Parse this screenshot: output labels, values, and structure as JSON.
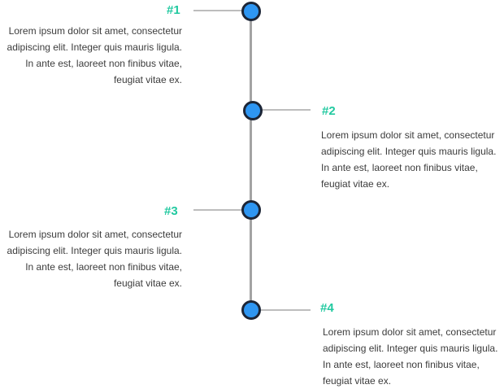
{
  "timeline": {
    "colors": {
      "accent_label": "#22c9a0",
      "node_fill": "#2e96f2",
      "node_border": "#1c2536",
      "spine": "#a3a3a3"
    },
    "items": [
      {
        "label": "#1",
        "text": "Lorem ipsum dolor sit amet, consectetur adipiscing elit. Integer quis mauris ligula. In ante est, laoreet non finibus vitae, feugiat vitae ex."
      },
      {
        "label": "#2",
        "text": "Lorem ipsum dolor sit amet, consectetur adipiscing elit. Integer quis mauris ligula. In ante est, laoreet non finibus vitae, feugiat vitae ex."
      },
      {
        "label": "#3",
        "text": "Lorem ipsum dolor sit amet, consectetur adipiscing elit. Integer quis mauris ligula. In ante est, laoreet non finibus vitae, feugiat vitae ex."
      },
      {
        "label": "#4",
        "text": "Lorem ipsum dolor sit amet, consectetur adipiscing elit. Integer quis mauris ligula. In ante est, laoreet non finibus vitae, feugiat vitae ex."
      }
    ]
  }
}
